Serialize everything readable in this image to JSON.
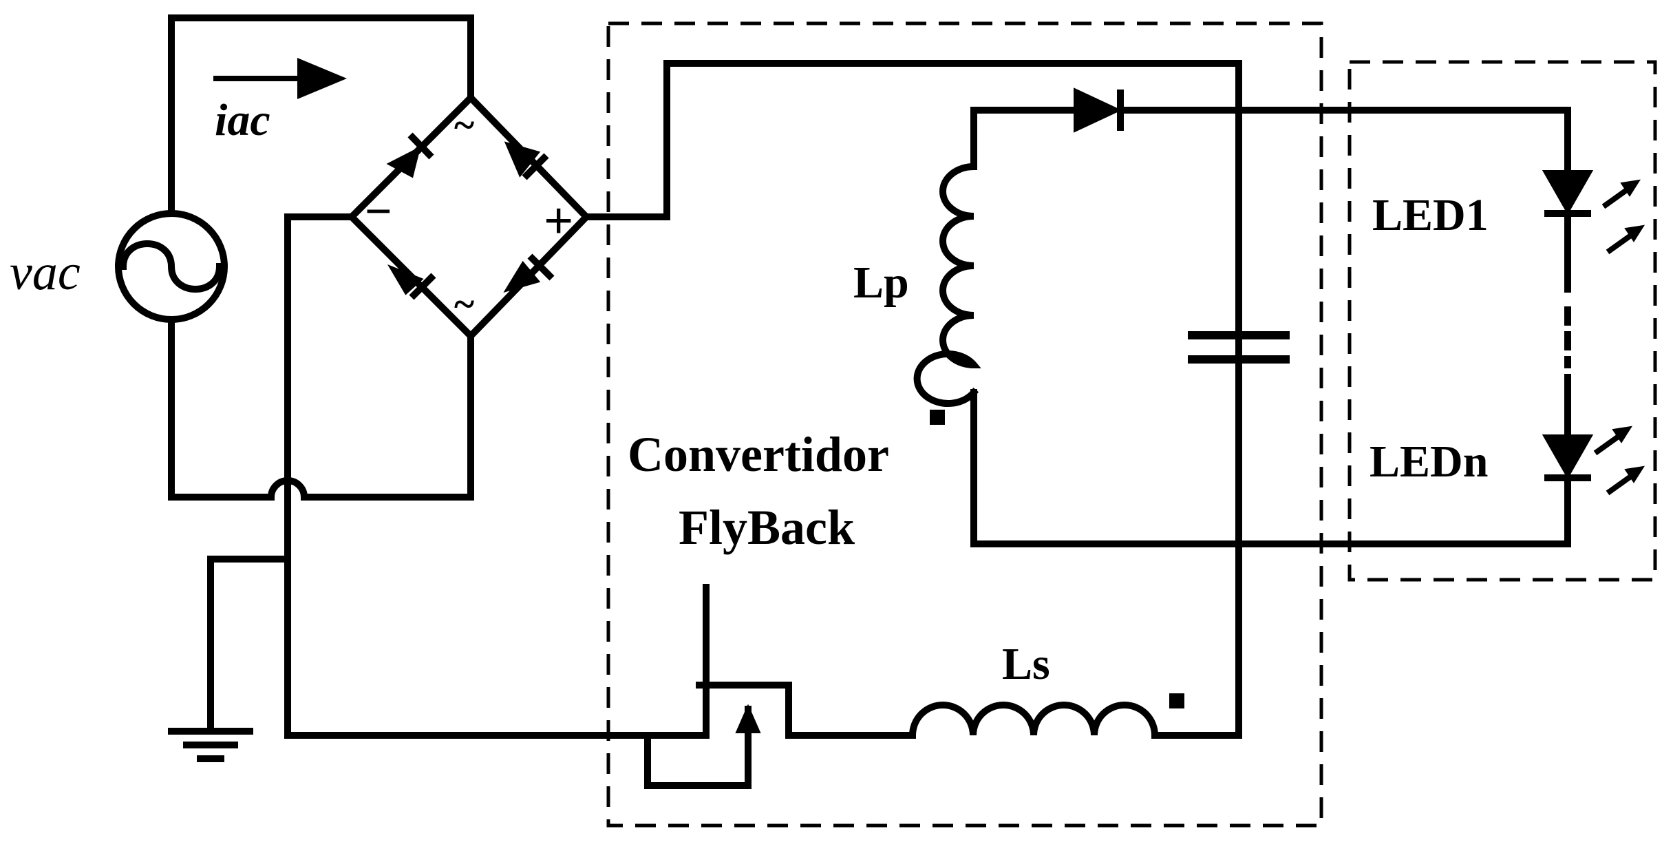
{
  "diagram": {
    "type": "circuit-schematic",
    "stroke_color": "#000000",
    "background": "#ffffff",
    "labels": {
      "source_voltage": "vac",
      "source_current": "iac",
      "bridge_minus": "−",
      "bridge_plus": "+",
      "bridge_ac_top": "~",
      "bridge_ac_bottom": "~",
      "primary_inductor": "Lp",
      "secondary_inductor": "Ls",
      "converter_line1": "Convertidor",
      "converter_line2": "FlyBack",
      "led_first": "LED1",
      "led_last": "LEDn"
    },
    "components": [
      "ac-voltage-source",
      "bridge-rectifier",
      "flyback-primary-inductor",
      "output-diode",
      "output-capacitor",
      "mosfet-switch",
      "flyback-secondary-inductor",
      "led-string",
      "ground"
    ]
  }
}
